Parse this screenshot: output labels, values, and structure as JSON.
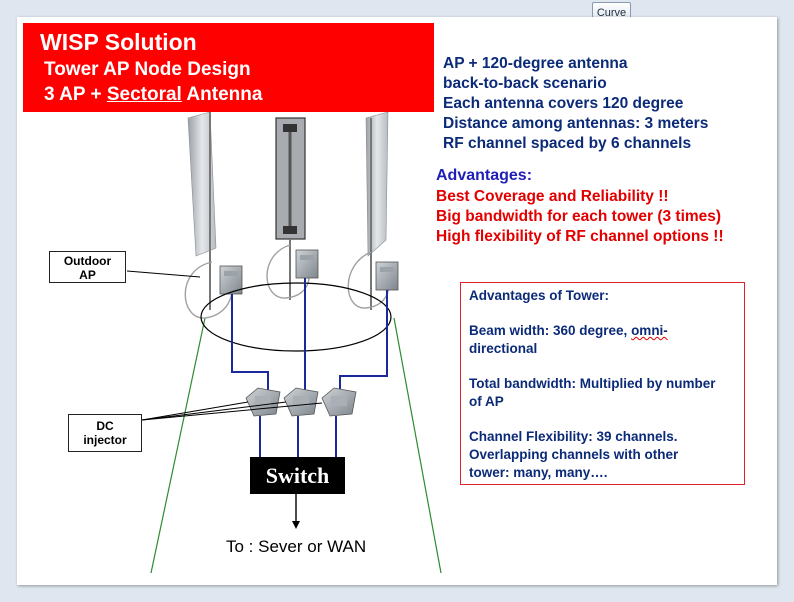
{
  "toolbar": {
    "curve_label": "Curve"
  },
  "title": {
    "line1": "WISP Solution",
    "line2": "Tower AP Node Design",
    "line3_prefix": "3 AP + ",
    "line3_underlined": "Sectoral",
    "line3_suffix": " Antenna"
  },
  "scenario": [
    "AP + 120-degree antenna",
    "back-to-back scenario",
    "Each antenna covers 120 degree",
    "Distance among antennas:  3 meters",
    "RF channel  spaced by 6 channels"
  ],
  "advantages": {
    "heading": "Advantages:",
    "items": [
      "Best Coverage  and Reliability !!",
      "Big bandwidth for each tower (3 times)",
      "High flexibility of RF channel options !!"
    ]
  },
  "tower_box": {
    "heading": "Advantages of Tower:",
    "beam_prefix": "Beam width: 360 degree, ",
    "beam_squiggle": "omni-",
    "beam_line2": "directional",
    "bandwidth_line1": "Total bandwidth: Multiplied by number",
    "bandwidth_line2": "of AP",
    "channel_line1": "Channel Flexibility: 39 channels.",
    "channel_line2": "Overlapping channels with other",
    "channel_line3": "tower: many, many…."
  },
  "callouts": {
    "outdoor_ap_line1": "Outdoor",
    "outdoor_ap_line2": "AP",
    "dc_line1": "DC",
    "dc_line2": "injector"
  },
  "switch_label": "Switch",
  "uplink_label": "To : Sever or WAN",
  "colors": {
    "title_bg": "#ff0000",
    "heading_blue": "#0b2a78",
    "advantage_red": "#e30000",
    "cable_blue": "#1a2a9a",
    "coverage_green": "#2e8b2e"
  }
}
